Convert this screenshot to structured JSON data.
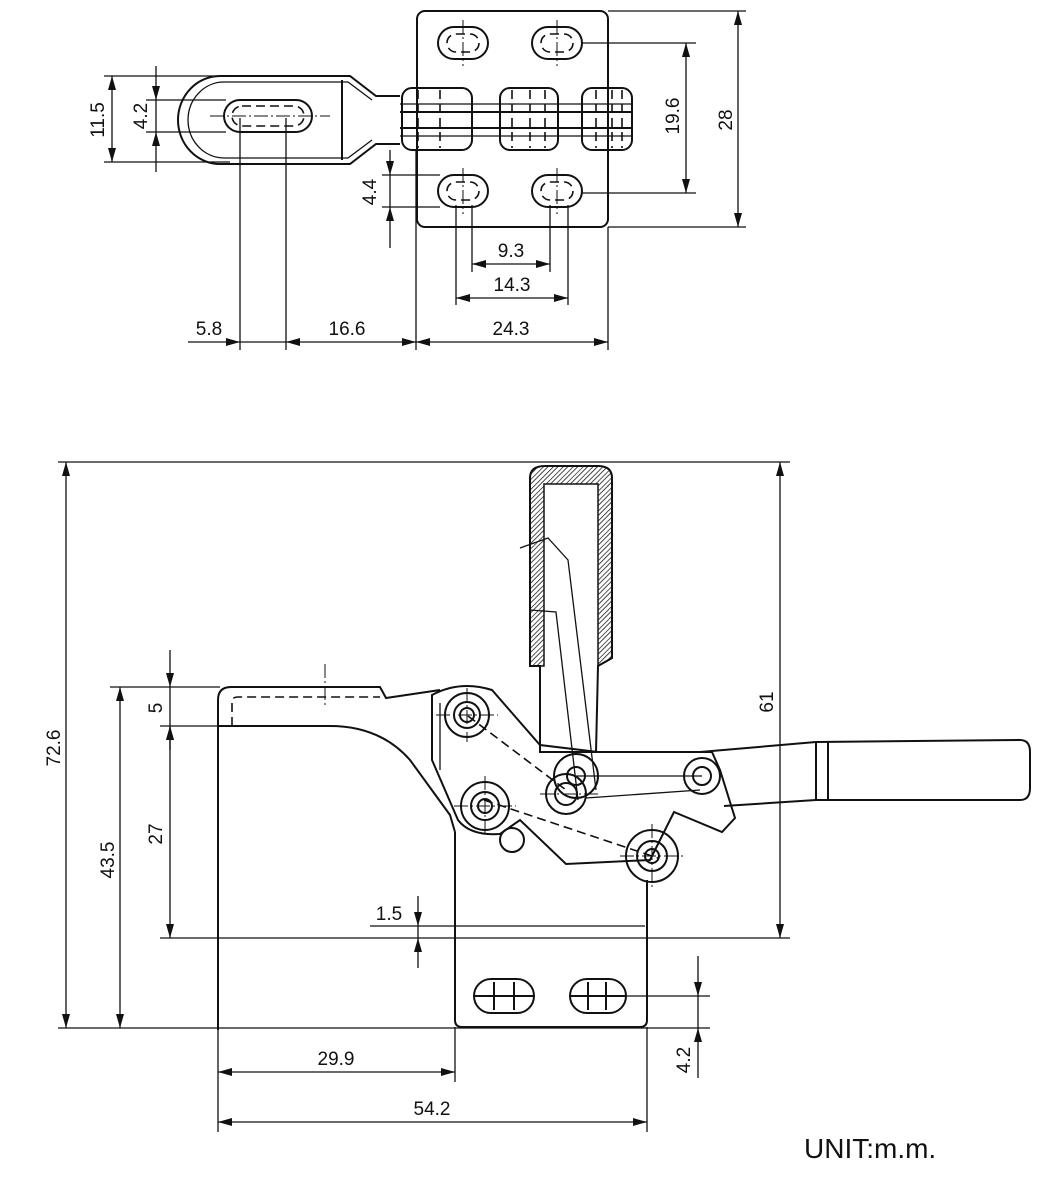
{
  "top_view": {
    "dims": {
      "d_11_5": "11.5",
      "d_4_2": "4.2",
      "d_19_6": "19.6",
      "d_28": "28",
      "d_4_4": "4.4",
      "d_9_3": "9.3",
      "d_14_3": "14.3",
      "d_5_8": "5.8",
      "d_16_6": "16.6",
      "d_24_3": "24.3"
    }
  },
  "side_view": {
    "dims": {
      "d_72_6": "72.6",
      "d_43_5": "43.5",
      "d_5": "5",
      "d_27": "27",
      "d_61": "61",
      "d_1_5": "1.5",
      "d_4_2": "4.2",
      "d_29_9": "29.9",
      "d_54_2": "54.2"
    }
  },
  "unit_label": "UNIT:m.m."
}
